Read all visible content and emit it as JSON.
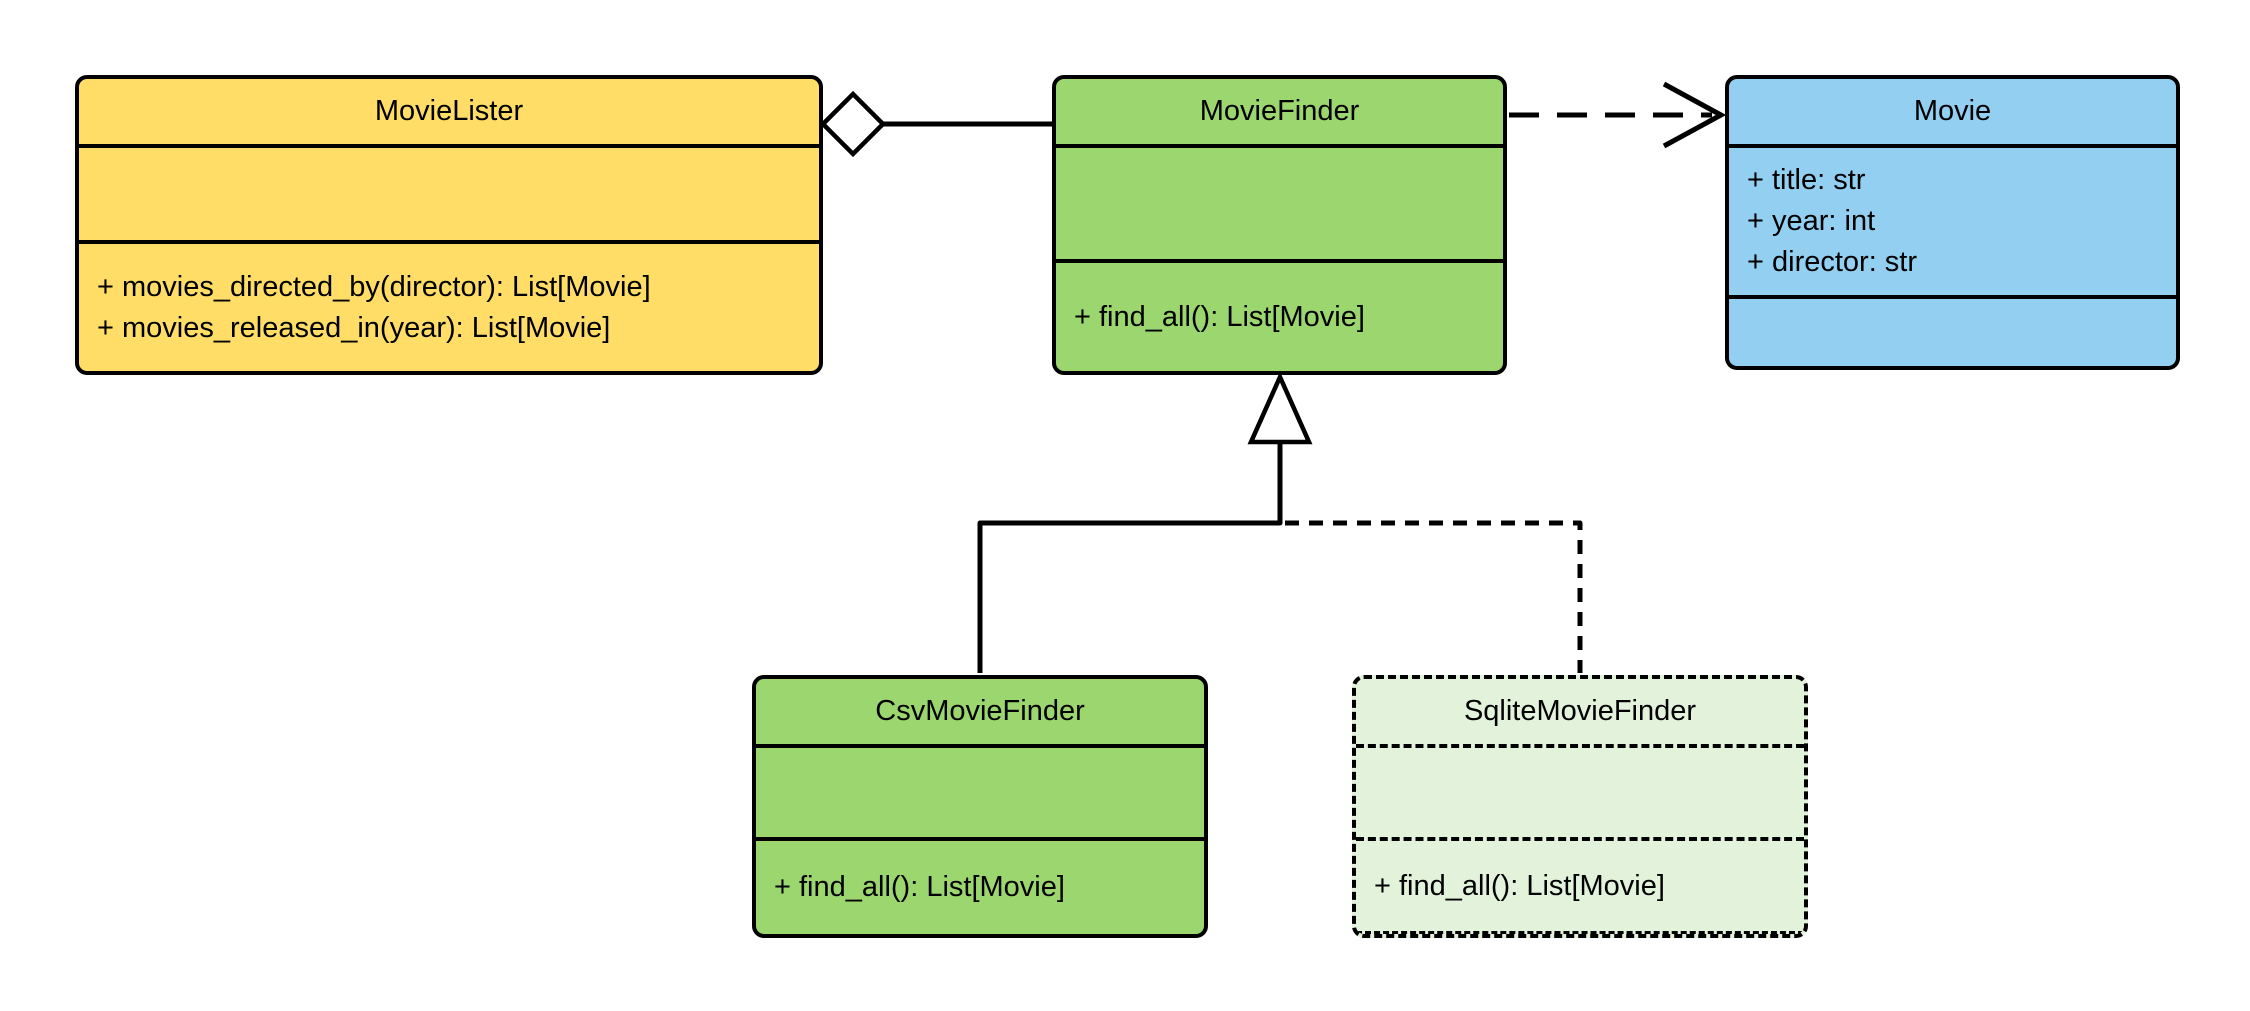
{
  "diagram": {
    "kind": "uml-class-diagram",
    "classes": [
      {
        "name": "MovieLister",
        "fill": "#FFDD66",
        "border": "solid",
        "attributes": [],
        "methods": [
          "+ movies_directed_by(director): List[Movie]",
          "+ movies_released_in(year): List[Movie]"
        ]
      },
      {
        "name": "MovieFinder",
        "fill": "#9BD66F",
        "border": "solid",
        "attributes": [],
        "methods": [
          "+ find_all(): List[Movie]"
        ]
      },
      {
        "name": "Movie",
        "fill": "#92CFF0",
        "border": "solid",
        "attributes": [
          "+ title: str",
          "+ year: int",
          "+ director: str"
        ],
        "methods": []
      },
      {
        "name": "CsvMovieFinder",
        "fill": "#9BD66F",
        "border": "solid",
        "attributes": [],
        "methods": [
          "+ find_all(): List[Movie]"
        ]
      },
      {
        "name": "SqliteMovieFinder",
        "fill": "#E3F2DB",
        "border": "dashed",
        "attributes": [],
        "methods": [
          "+ find_all(): List[Movie]"
        ]
      }
    ],
    "relationships": [
      {
        "type": "aggregation",
        "from": "MovieLister",
        "to": "MovieFinder",
        "line": "solid",
        "marker": "hollow-diamond-at-source"
      },
      {
        "type": "dependency",
        "from": "MovieFinder",
        "to": "Movie",
        "line": "dashed",
        "marker": "open-arrow-at-target"
      },
      {
        "type": "generalization",
        "from": "CsvMovieFinder",
        "to": "MovieFinder",
        "line": "solid",
        "marker": "hollow-triangle-at-target"
      },
      {
        "type": "generalization",
        "from": "SqliteMovieFinder",
        "to": "MovieFinder",
        "line": "dashed",
        "marker": "hollow-triangle-at-target"
      }
    ],
    "colors": {
      "background": "#ffffff",
      "stroke": "#000000",
      "yellow": "#FFDD66",
      "green": "#9BD66F",
      "blue": "#92CFF0",
      "light_green": "#E3F2DB"
    }
  }
}
